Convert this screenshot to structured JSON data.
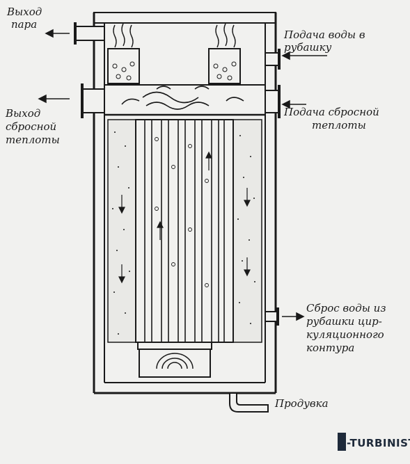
{
  "labels": {
    "steam_out": [
      "Выход",
      "пара"
    ],
    "water_jacket_in": [
      "Подача воды в",
      "рубашку"
    ],
    "waste_heat_out": [
      "Выход",
      "сбросной",
      "теплоты"
    ],
    "waste_heat_in": [
      "Подача сбросной",
      "теплоты"
    ],
    "jacket_drain": [
      "Сброс воды из",
      "рубашки цир-",
      "куляционного",
      "контура"
    ],
    "blowdown": [
      "Продувка"
    ]
  },
  "watermark": {
    "text": "-TURBINIST"
  },
  "colors": {
    "ink": "#1a1a1a",
    "paper": "#f1f1ef",
    "watermark": "#1e2a3a"
  }
}
